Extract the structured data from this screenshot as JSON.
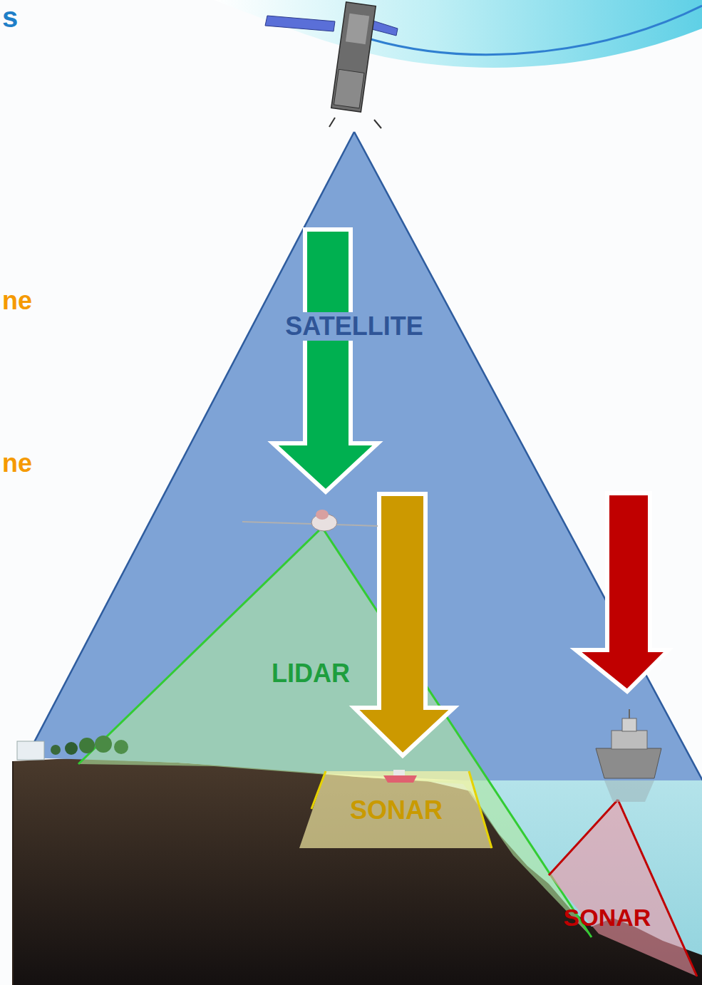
{
  "diagram": {
    "nodes": [
      {
        "text": [
          "SATELLITE"
        ]
      },
      {
        "text": [
          "LIDAR"
        ],
        "in": 0
      },
      {
        "text": [
          "SONAR"
        ],
        "in": 1
      },
      {
        "text": [
          "SONAR"
        ],
        "in": 0
      }
    ],
    "labels": [
      "s",
      "ne",
      "ne"
    ]
  }
}
